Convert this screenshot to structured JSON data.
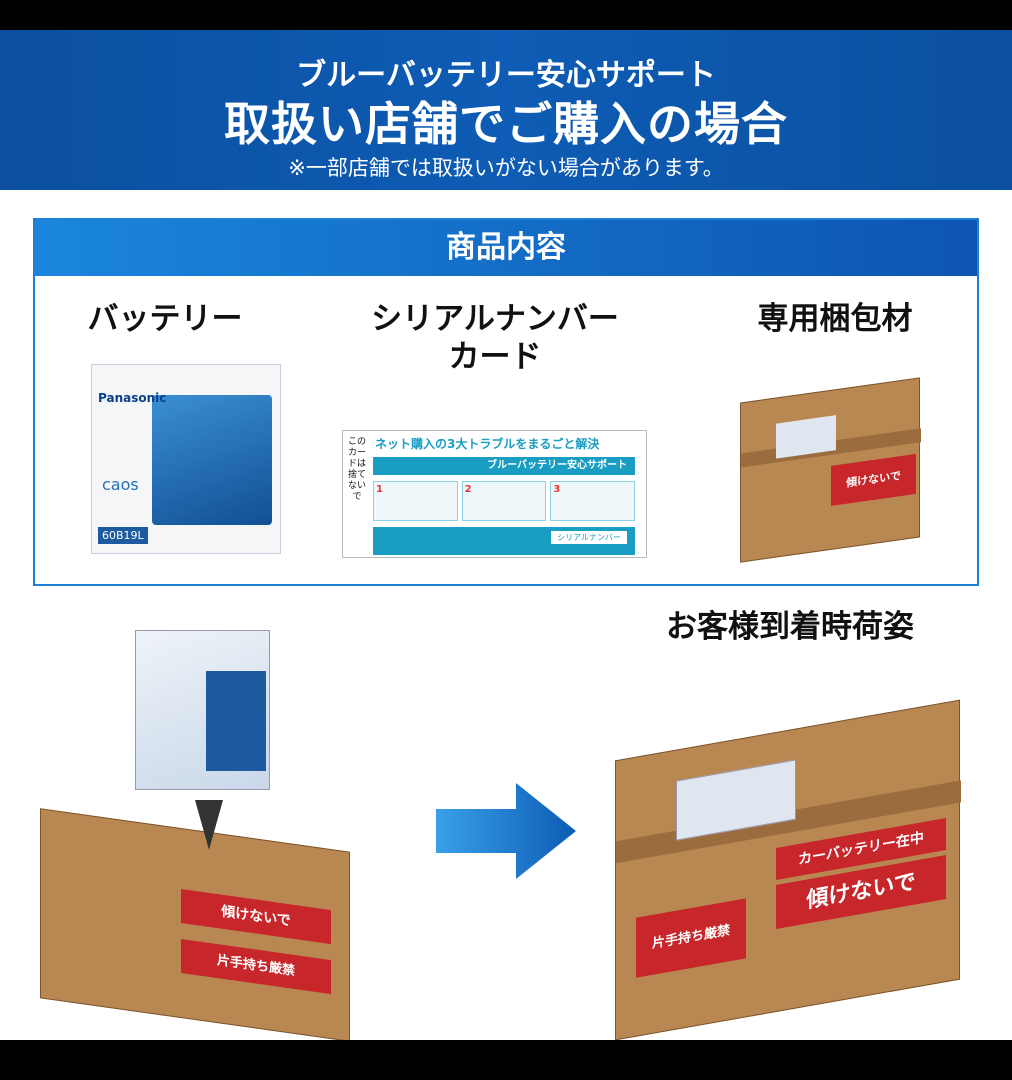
{
  "header": {
    "subtitle": "ブルーバッテリー安心サポート",
    "title": "取扱い店舗でご購入の場合",
    "note": "※一部店舗では取扱いがない場合があります。"
  },
  "contents": {
    "heading": "商品内容",
    "items": [
      {
        "label": "バッテリー"
      },
      {
        "label": "シリアルナンバー\nカード"
      },
      {
        "label": "専用梱包材"
      }
    ],
    "battery": {
      "brand": "Panasonic",
      "series": "caos",
      "model": "60B19L"
    },
    "card": {
      "headline": "ネット購入の3大トラブルをまるごと解決",
      "banner": "ブルーバッテリー安心サポート",
      "steps": [
        "1",
        "2",
        "3"
      ],
      "serial_label": "シリアルナンバー",
      "side_text": "このカードは捨てないで"
    }
  },
  "arrival": {
    "label": "お客様到着時荷姿"
  },
  "box_labels": {
    "tilt": "傾けないで",
    "content": "カーバッテリー在中",
    "handle": "片手持ち厳禁"
  },
  "colors": {
    "header": "#0e5cb5",
    "accent": "#1a86dc",
    "box": "#b98752",
    "warning": "#c7262a"
  }
}
